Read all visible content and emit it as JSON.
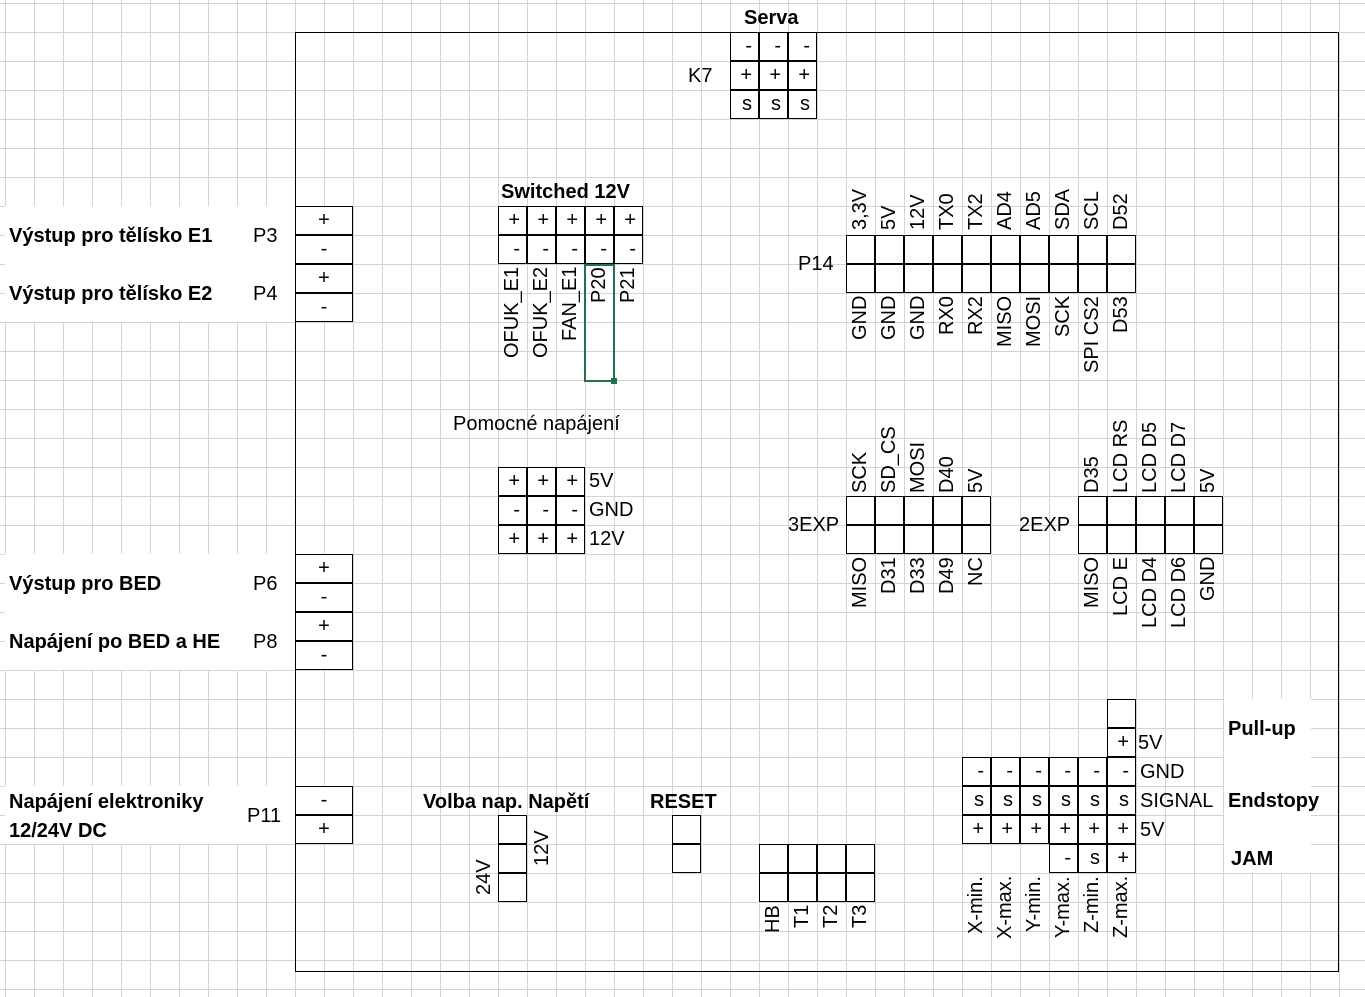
{
  "title": "Serva",
  "servo": {
    "connector": "K7",
    "rows": [
      [
        "-",
        "-",
        "-"
      ],
      [
        "+",
        "+",
        "+"
      ],
      [
        "s",
        "s",
        "s"
      ]
    ]
  },
  "left_outputs": [
    {
      "label": "Výstup pro tělísko E1",
      "connector": "P3",
      "pins": [
        "+",
        "-"
      ]
    },
    {
      "label": "Výstup pro tělísko E2",
      "connector": "P4",
      "pins": [
        "+",
        "-"
      ]
    },
    {
      "label": "Výstup pro BED",
      "connector": "P6",
      "pins": [
        "+",
        "-"
      ]
    },
    {
      "label": "Napájení po BED a HE",
      "connector": "P8",
      "pins": [
        "+",
        "-"
      ]
    }
  ],
  "power_input": {
    "label_line1": "Napájení elektroniky",
    "label_line2": "12/24V DC",
    "connector": "P11",
    "pins": [
      "-",
      "+"
    ]
  },
  "switched": {
    "title": "Switched 12V",
    "rows": [
      [
        "+",
        "+",
        "+",
        "+",
        "+"
      ],
      [
        "-",
        "-",
        "-",
        "-",
        "-"
      ]
    ],
    "labels": [
      "OFUK_E1",
      "OFUK_E2",
      "FAN_E1",
      "P20",
      "P21"
    ]
  },
  "aux_power": {
    "title": "Pomocné napájení",
    "rows": [
      [
        "+",
        "+",
        "+"
      ],
      [
        "-",
        "-",
        "-"
      ],
      [
        "+",
        "+",
        "+"
      ]
    ],
    "row_labels": [
      "5V",
      "GND",
      "12V"
    ]
  },
  "p14": {
    "connector": "P14",
    "top": [
      "3,3V",
      "5V",
      "12V",
      "TX0",
      "TX2",
      "AD4",
      "AD5",
      "SDA",
      "SCL",
      "D52"
    ],
    "bottom": [
      "GND",
      "GND",
      "GND",
      "RX0",
      "RX2",
      "MISO",
      "MOSI",
      "SCK",
      "SPI CS2",
      "D53"
    ]
  },
  "exp3": {
    "connector": "3EXP",
    "top": [
      "SCK",
      "SD_CS",
      "MOSI",
      "D40",
      "5V"
    ],
    "bottom": [
      "MISO",
      "D31",
      "D33",
      "D49",
      "NC"
    ]
  },
  "exp2": {
    "connector": "2EXP",
    "top": [
      "D35",
      "LCD RS",
      "LCD D5",
      "LCD D7",
      "5V"
    ],
    "bottom": [
      "MISO",
      "LCD E",
      "LCD D4",
      "LCD D6",
      "GND"
    ]
  },
  "volba": {
    "title": "Volba nap. Napětí",
    "label_12v": "12V",
    "label_24v": "24V"
  },
  "reset": {
    "title": "RESET"
  },
  "thermistors": {
    "labels": [
      "HB",
      "T1",
      "T2",
      "T3"
    ]
  },
  "endstops": {
    "pullup_label": "Pull-up",
    "endstops_label": "Endstopy",
    "jam_label": "JAM",
    "pullup_pin": "+",
    "pullup_5v": "5V",
    "rows": [
      [
        "-",
        "-",
        "-",
        "-",
        "-",
        "-"
      ],
      [
        "s",
        "s",
        "s",
        "s",
        "s",
        "s"
      ],
      [
        "+",
        "+",
        "+",
        "+",
        "+",
        "+"
      ]
    ],
    "row_labels": [
      "GND",
      "SIGNAL",
      "5V"
    ],
    "jam_pins": [
      "-",
      "s",
      "+"
    ],
    "axis_labels": [
      "X-min.",
      "X-max.",
      "Y-min.",
      "Y-max.",
      "Z-min.",
      "Z-max."
    ]
  }
}
